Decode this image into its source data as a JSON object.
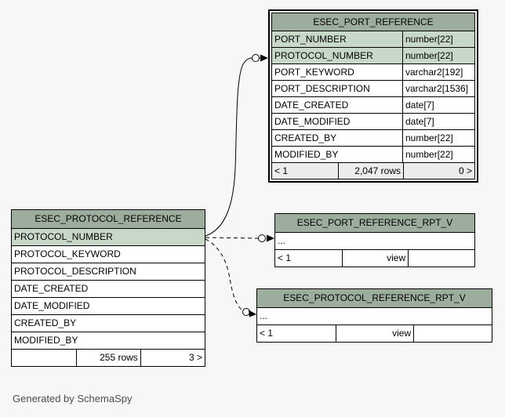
{
  "page": {
    "credit": "Generated by SchemaSpy"
  },
  "colors": {
    "background": "#f7f7f7",
    "table_header_green": "#9dad9d",
    "key_column_green": "#c8d8c8",
    "focal_footer_gray": "#ececec",
    "border": "#000000"
  },
  "diagram": {
    "type": "entity-relationship",
    "relationships": [
      {
        "from": "ESEC_PROTOCOL_REFERENCE.PROTOCOL_NUMBER",
        "to": "ESEC_PORT_REFERENCE.PROTOCOL_NUMBER",
        "style": "solid"
      },
      {
        "from": "ESEC_PROTOCOL_REFERENCE.PROTOCOL_NUMBER",
        "to": "ESEC_PORT_REFERENCE_RPT_V",
        "style": "dashed"
      },
      {
        "from": "ESEC_PROTOCOL_REFERENCE.PROTOCOL_NUMBER",
        "to": "ESEC_PROTOCOL_REFERENCE_RPT_V",
        "style": "dashed"
      }
    ]
  },
  "tables": {
    "port_reference": {
      "title": "ESEC_PORT_REFERENCE",
      "columns": [
        {
          "name": "PORT_NUMBER",
          "type": "number[22]",
          "key": true
        },
        {
          "name": "PROTOCOL_NUMBER",
          "type": "number[22]",
          "key": true
        },
        {
          "name": "PORT_KEYWORD",
          "type": "varchar2[192]",
          "key": false
        },
        {
          "name": "PORT_DESCRIPTION",
          "type": "varchar2[1536]",
          "key": false
        },
        {
          "name": "DATE_CREATED",
          "type": "date[7]",
          "key": false
        },
        {
          "name": "DATE_MODIFIED",
          "type": "date[7]",
          "key": false
        },
        {
          "name": "CREATED_BY",
          "type": "number[22]",
          "key": false
        },
        {
          "name": "MODIFIED_BY",
          "type": "number[22]",
          "key": false
        }
      ],
      "footer": {
        "left": "< 1",
        "center": "2,047 rows",
        "right": "0 >"
      }
    },
    "protocol_reference": {
      "title": "ESEC_PROTOCOL_REFERENCE",
      "columns": [
        {
          "name": "PROTOCOL_NUMBER",
          "key": true
        },
        {
          "name": "PROTOCOL_KEYWORD",
          "key": false
        },
        {
          "name": "PROTOCOL_DESCRIPTION",
          "key": false
        },
        {
          "name": "DATE_CREATED",
          "key": false
        },
        {
          "name": "DATE_MODIFIED",
          "key": false
        },
        {
          "name": "CREATED_BY",
          "key": false
        },
        {
          "name": "MODIFIED_BY",
          "key": false
        }
      ],
      "footer": {
        "left": "",
        "center": "255 rows",
        "right": "3 >"
      }
    },
    "port_reference_rpt_v": {
      "title": "ESEC_PORT_REFERENCE_RPT_V",
      "ellipsis": "...",
      "footer": {
        "left": "< 1",
        "center": "view",
        "right": ""
      }
    },
    "protocol_reference_rpt_v": {
      "title": "ESEC_PROTOCOL_REFERENCE_RPT_V",
      "ellipsis": "...",
      "footer": {
        "left": "< 1",
        "center": "view",
        "right": ""
      }
    }
  }
}
